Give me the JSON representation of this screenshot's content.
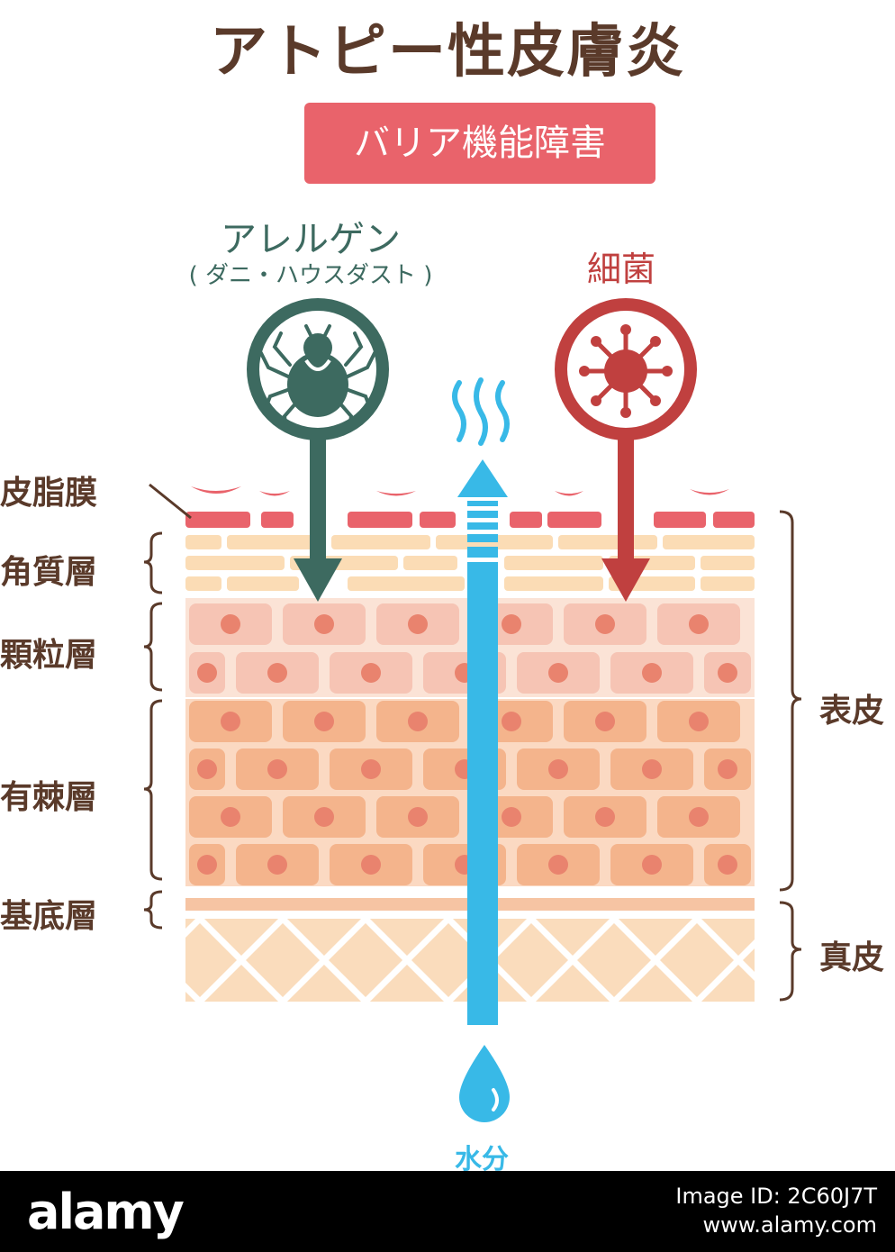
{
  "title": "アトピー性皮膚炎",
  "badge": "バリア機能障害",
  "allergen": {
    "label": "アレルゲン",
    "sub": "( ダニ・ハウスダスト )",
    "icon": "mite-icon",
    "color": "#3d6a60"
  },
  "bacteria": {
    "label": "細菌",
    "icon": "bacteria-icon",
    "color": "#c0403f"
  },
  "layers_left": [
    "皮脂膜",
    "角質層",
    "顆粒層",
    "有棘層",
    "基底層"
  ],
  "layers_right": [
    "表皮",
    "真皮"
  ],
  "water": {
    "label": "水分",
    "color": "#38b9e7"
  },
  "footer": {
    "logo": "alamy",
    "image_id": "Image ID: 2C60J7T",
    "site": "www.alamy.com"
  },
  "colors": {
    "sebum": "#e9636b",
    "stratum_corneum": "#fbdcb5",
    "granular": "#f6c4b4",
    "spinous": "#f4b48c",
    "nucleus": "#e9836e",
    "dermis": "#fadcbc",
    "text": "#5a3a2a"
  }
}
